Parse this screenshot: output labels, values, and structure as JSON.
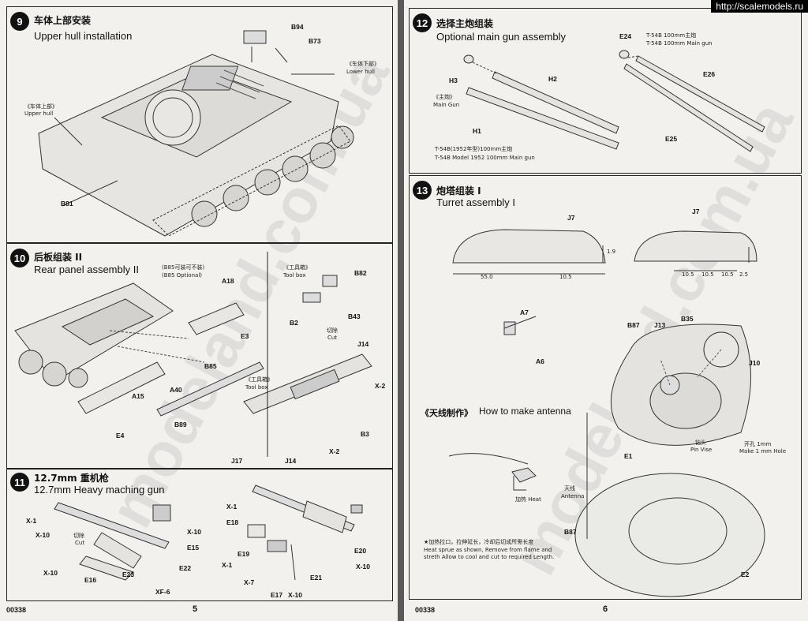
{
  "banner": "http://scalemodels.ru",
  "watermark": "modeland.com.ua",
  "left_page": {
    "page_number": "5",
    "code": "00338",
    "step9": {
      "number": "9",
      "title_zh": "车体上部安装",
      "title_en": "Upper hull installation",
      "labels": {
        "b94": "B94",
        "b73": "B73",
        "b81": "B81"
      },
      "upper_hull_zh": "《车体上部》",
      "upper_hull_en": "Upper hull",
      "lower_hull_zh": "《车体下部》",
      "lower_hull_en": "Lower hull"
    },
    "step10": {
      "number": "10",
      "title_zh": "后板组装 II",
      "title_en": "Rear panel assembly II",
      "optional_zh": "(B85可装可不装)",
      "optional_en": "(B85 Optional)",
      "toolbox_zh": "《工具箱》",
      "toolbox_en": "Tool box",
      "toolbox2_zh": "《工具箱》",
      "toolbox2_en": "Tool box",
      "cut_zh": "切除",
      "cut_en": "Cut",
      "labels": {
        "a18": "A18",
        "e3": "E3",
        "b85": "B85",
        "a40": "A40",
        "a15": "A15",
        "b89": "B89",
        "e4": "E4",
        "b82": "B82",
        "b2": "B2",
        "b43": "B43",
        "j14a": "J14",
        "x2a": "X-2",
        "b3": "B3",
        "j17": "J17",
        "j14b": "J14",
        "x2b": "X-2"
      }
    },
    "step11": {
      "number": "11",
      "title_zh": "12.7mm 重机枪",
      "title_en": "12.7mm Heavy maching gun",
      "cut_zh": "切除",
      "cut_en": "Cut",
      "labels": {
        "x1a": "X-1",
        "x10a": "X-10",
        "x10b": "X-10",
        "e16": "E16",
        "e23": "E23",
        "e22": "E22",
        "xf6": "XF-6",
        "x10c": "X-10",
        "e15": "E15",
        "x1b": "X-1",
        "e18": "E18",
        "e19": "E19",
        "x1c": "X-1",
        "x7": "X-7",
        "e17": "E17",
        "x10d": "X-10",
        "e21": "E21",
        "e20": "E20",
        "x10e": "X-10"
      }
    }
  },
  "right_page": {
    "page_number": "6",
    "code": "00338",
    "step12": {
      "number": "12",
      "title_zh": "选择主炮组装",
      "title_en": "Optional main gun assembly",
      "labels": {
        "h3": "H3",
        "h2": "H2",
        "h1": "H1",
        "e24": "E24",
        "e26": "E26",
        "e25": "E25"
      },
      "main_gun_zh": "《主炮》",
      "main_gun_en": "Main Gun",
      "variant1_zh": "T-54B(1952年型)100mm主炮",
      "variant1_en": "T-54B Model 1952 100mm Main gun",
      "variant2_zh": "T-54B 100mm主炮",
      "variant2_en": "T-54B 100mm Main gun"
    },
    "step13": {
      "number": "13",
      "title_zh": "炮塔组装 I",
      "title_en": "Turret assembly I",
      "labels": {
        "j7a": "J7",
        "j7b": "J7",
        "a7": "A7",
        "a6": "A6",
        "b87a": "B87",
        "j13": "J13",
        "b35": "B35",
        "j10": "J10",
        "e1": "E1",
        "e2": "E2",
        "b87b": "B87"
      },
      "dims": {
        "d55": "55.0",
        "d105a": "10.5",
        "d105b": "10.5",
        "d105c": "10.5",
        "d105d": "10.5",
        "d25": "2.5",
        "d19": "1.9"
      },
      "pin_vise_zh": "钻头",
      "pin_vise_en": "Pin Vise",
      "hole_zh": "开孔 1mm",
      "hole_en": "Make 1 mm Hole",
      "antenna_title_zh": "《天线制作》",
      "antenna_title_en": "How to make antenna",
      "heat": "加热 Heat",
      "antenna_zh": "天线",
      "antenna_en": "Antenna",
      "note_zh": "★加热拉口，拉伸延长，冷却后切成所需长度",
      "note_en1": "Heat sprue as shown, Remove from flame and",
      "note_en2": "streth Allow to cool and cut to required Length."
    }
  }
}
